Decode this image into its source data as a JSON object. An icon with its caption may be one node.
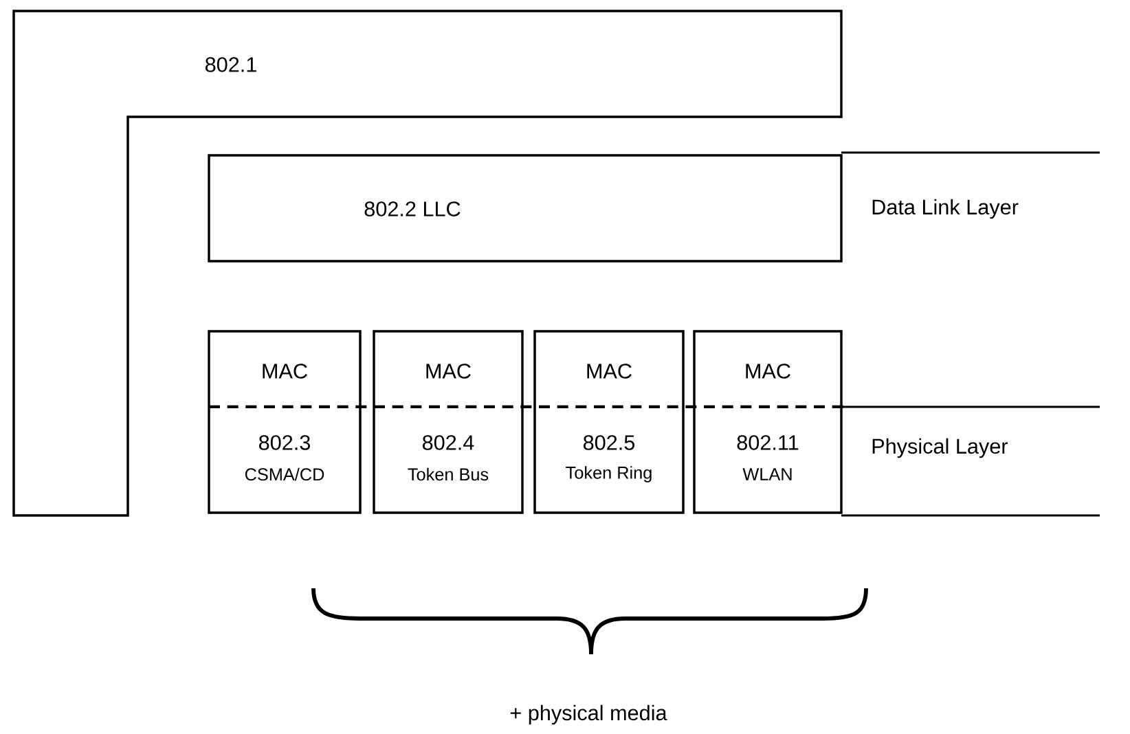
{
  "diagram": {
    "nodes": [
      {
        "text": [
          "802.1"
        ]
      },
      {
        "text": [
          "802.2 LLC"
        ]
      },
      {
        "text": [
          "MAC",
          "802.3",
          "CSMA/CD"
        ]
      },
      {
        "text": [
          "MAC",
          "802.4",
          "Token Bus"
        ]
      },
      {
        "text": [
          "MAC",
          "802.5",
          "Token Ring"
        ]
      },
      {
        "text": [
          "MAC",
          "802.11",
          "WLAN"
        ]
      }
    ],
    "labels": [
      "Data Link Layer",
      "Physical Layer",
      "+ physical media"
    ]
  }
}
